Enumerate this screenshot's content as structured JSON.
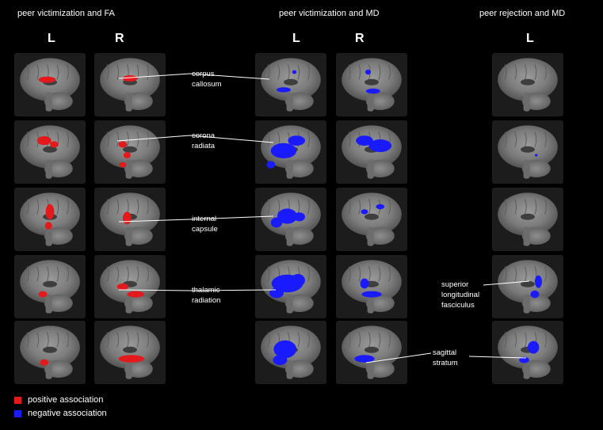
{
  "groups": [
    {
      "title": "peer victimization and FA"
    },
    {
      "title": "peer victimization and MD"
    },
    {
      "title": "peer rejection and MD"
    }
  ],
  "hemispheres": {
    "col1": "L",
    "col2": "R",
    "col3": "L",
    "col4": "R",
    "col5": "L"
  },
  "labels": {
    "corpus_callosum": "corpus\ncallosum",
    "corona_radiata": "corona\nradiata",
    "internal_capsule": "internal\ncapsule",
    "thalamic_radiation": "thalamic\nradiation",
    "superior_longitudinal_fasciculus": "superior\nlongitudinal\nfasciculus",
    "sagittal_stratum": "sagittal\nstratum"
  },
  "legend": [
    {
      "label": "positive association",
      "color": "#e3191c"
    },
    {
      "label": "negative association",
      "color": "#1a1aff"
    }
  ]
}
